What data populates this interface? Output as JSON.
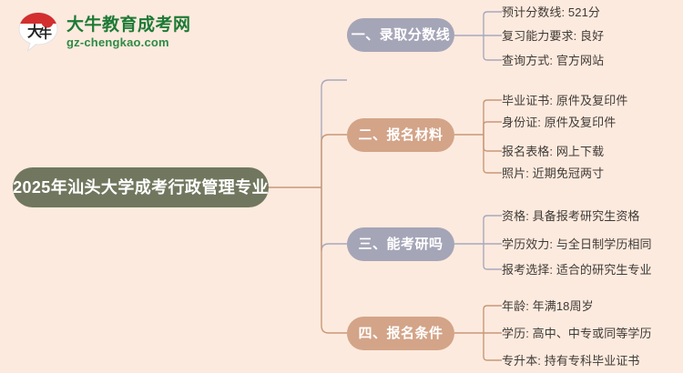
{
  "background_color": "#fdeade",
  "logo": {
    "mark_name": "daniu-speech-bubble-logo",
    "mark_text": "大牛",
    "title_cn": "大牛教育成考网",
    "title_en": "gz-chengkao.com",
    "title_color": "#1d7a35",
    "url_color": "#2e8b45"
  },
  "mindmap": {
    "root": {
      "label": "2025年汕头大学成考行政管理专业",
      "color": "#70775e",
      "text_color": "#ffffff"
    },
    "branches": [
      {
        "label": "一、录取分数线",
        "color": "#a5a5b8",
        "leaves": [
          "预计分数线: 521分",
          "复习能力要求: 良好",
          "查询方式: 官方网站"
        ]
      },
      {
        "label": "二、报名材料",
        "color": "#d3a488",
        "leaves": [
          "毕业证书: 原件及复印件",
          "身份证: 原件及复印件",
          "报名表格: 网上下载",
          "照片: 近期免冠两寸"
        ]
      },
      {
        "label": "三、能考研吗",
        "color": "#a5a5b8",
        "leaves": [
          "资格: 具备报考研究生资格",
          "学历效力: 与全日制学历相同",
          "报考选择: 适合的研究生专业"
        ]
      },
      {
        "label": "四、报名条件",
        "color": "#d3a488",
        "leaves": [
          "年龄: 年满18周岁",
          "学历: 高中、中专或同等学历",
          "专升本: 持有专科毕业证书"
        ]
      }
    ]
  }
}
